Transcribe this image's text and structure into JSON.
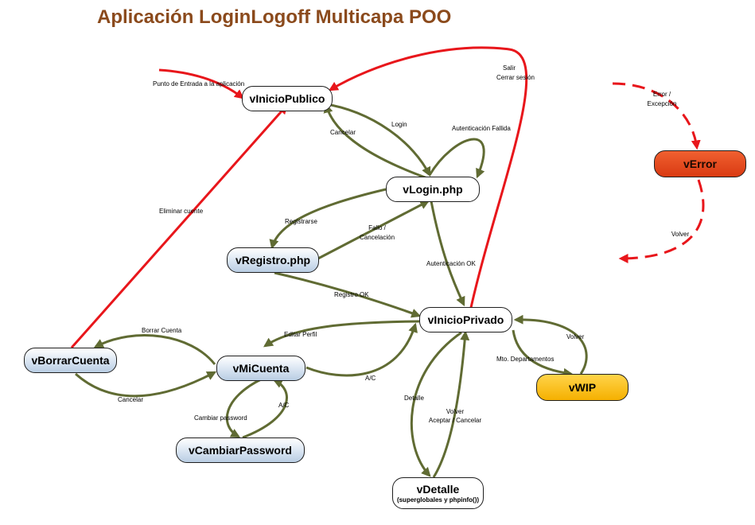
{
  "title": "Aplicación LoginLogoff Multicapa POO",
  "nodes": {
    "vInicioPublico": "vInicioPublico",
    "vLogin": "vLogin.php",
    "vRegistro": "vRegistro.php",
    "vInicioPrivado": "vInicioPrivado",
    "vBorrarCuenta": "vBorrarCuenta",
    "vMiCuenta": "vMiCuenta",
    "vCambiarPassword": "vCambiarPassword",
    "vDetalle": "vDetalle",
    "vDetalle_sub": "(superglobales y phpinfo())",
    "vWIP": "vWIP",
    "vError": "vError"
  },
  "labels": {
    "punto_entrada": "Punto de Entrada a la aplicación",
    "salir": "Salir",
    "cerrar_sesion": "Cerrar sesión",
    "error": "Error /",
    "excepcion": "Excepción",
    "volver_error": "Volver",
    "cancelar_login": "Cancelar",
    "login": "Login",
    "autenticacion_fallida": "Autenticación Fallida",
    "eliminar_cuente": "Eliminar cuente",
    "registrarse": "Registrarse",
    "fallo": "Fallo /",
    "cancelacion": "Cancelación",
    "autenticacion_ok": "Autenticación OK",
    "registro_ok": "Registro OK",
    "borrar_cuenta": "Borrar Cuenta",
    "editar_perfil": "Editar Perfil",
    "cancelar_borrar": "Cancelar",
    "ac_micuenta": "A/C",
    "cambiar_password": "Cambiar password",
    "ac_password": "A/C",
    "detalle": "Detalle",
    "volver_detalle": "Volver",
    "aceptar_cancelar": "Aceptar / Cancelar",
    "mto_departamentos": "Mto. Departamentos",
    "volver_wip": "Volver"
  },
  "colors": {
    "title": "#8B4A1C",
    "arrow_green": "#606B33",
    "arrow_red": "#E8161B",
    "error_node": "#E0461C",
    "wip_node": "#F5B400",
    "blue_node": "#B9CDE3"
  }
}
